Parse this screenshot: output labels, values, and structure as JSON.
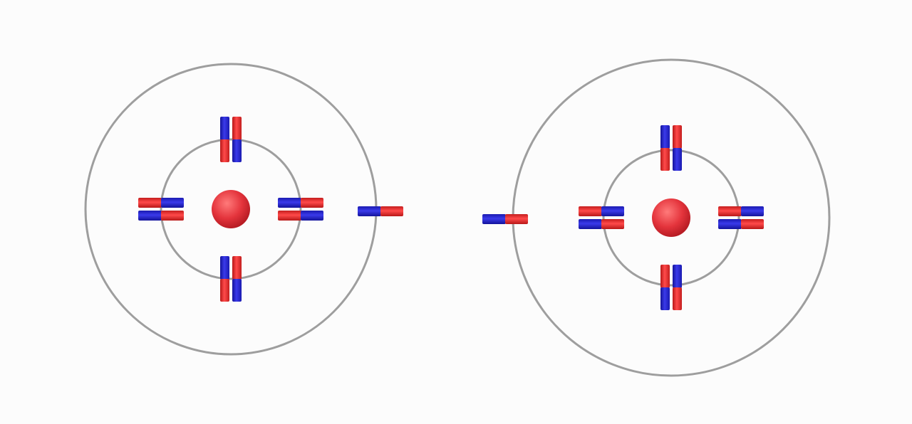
{
  "colors": {
    "background": "#fcfcfc",
    "orbit": "#9e9e9e",
    "nucleus": "#e4343c",
    "pole_red": "#e02828",
    "pole_blue": "#2424c8"
  },
  "atoms": [
    {
      "name": "left-atom",
      "inner_shell_pairs": 4,
      "outer_shell_magnets": 1
    },
    {
      "name": "right-atom",
      "inner_shell_pairs": 4,
      "outer_shell_magnets": 1
    }
  ]
}
